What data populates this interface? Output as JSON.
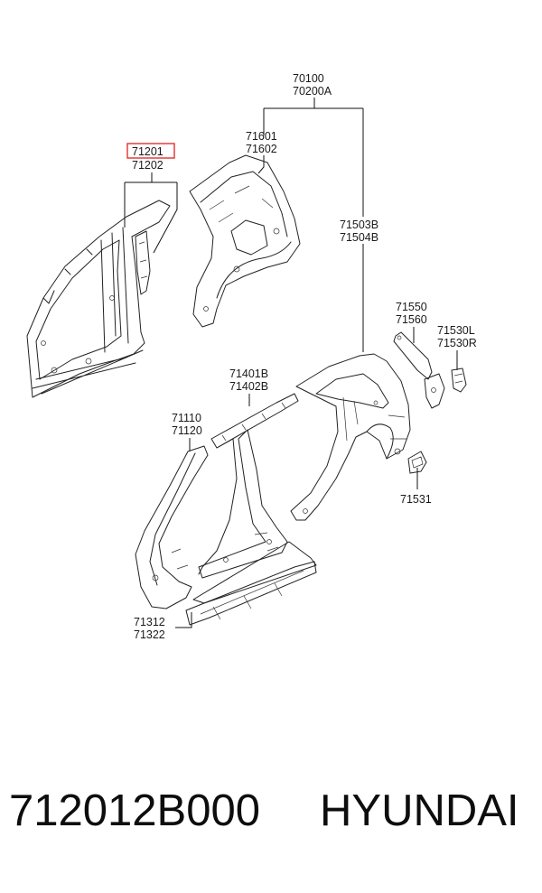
{
  "diagram": {
    "callouts": {
      "c70100": "70100",
      "c70200A": "70200A",
      "c71601": "71601",
      "c71602": "71602",
      "c71201": "71201",
      "c71202": "71202",
      "c71503B": "71503B",
      "c71504B": "71504B",
      "c71550": "71550",
      "c71560": "71560",
      "c71530L": "71530L",
      "c71530R": "71530R",
      "c71401B": "71401B",
      "c71402B": "71402B",
      "c71110": "71110",
      "c71120": "71120",
      "c71531": "71531",
      "c71312": "71312",
      "c71322": "71322"
    },
    "highlight_color": "#e0201c"
  },
  "caption": {
    "part_number": "712012B000",
    "brand": "HYUNDAI"
  }
}
